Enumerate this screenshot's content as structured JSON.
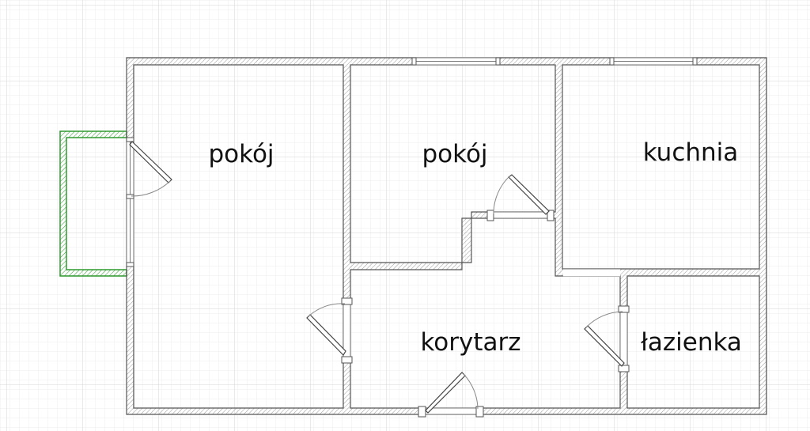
{
  "rooms": {
    "pokoj_left": "pokój",
    "pokoj_middle": "pokój",
    "kuchnia": "kuchnia",
    "korytarz": "korytarz",
    "lazienka": "łazienka"
  },
  "colors": {
    "background": "#ffffff",
    "grid_minor": "#ececec",
    "grid_major": "#d6d6d6",
    "wall_fill": "#ffffff",
    "wall_stroke": "#555555",
    "wall_hatch": "#9a9a9a",
    "balcony": "#2e9a2e",
    "door": "#444444",
    "window": "#777777",
    "text": "#111111"
  }
}
